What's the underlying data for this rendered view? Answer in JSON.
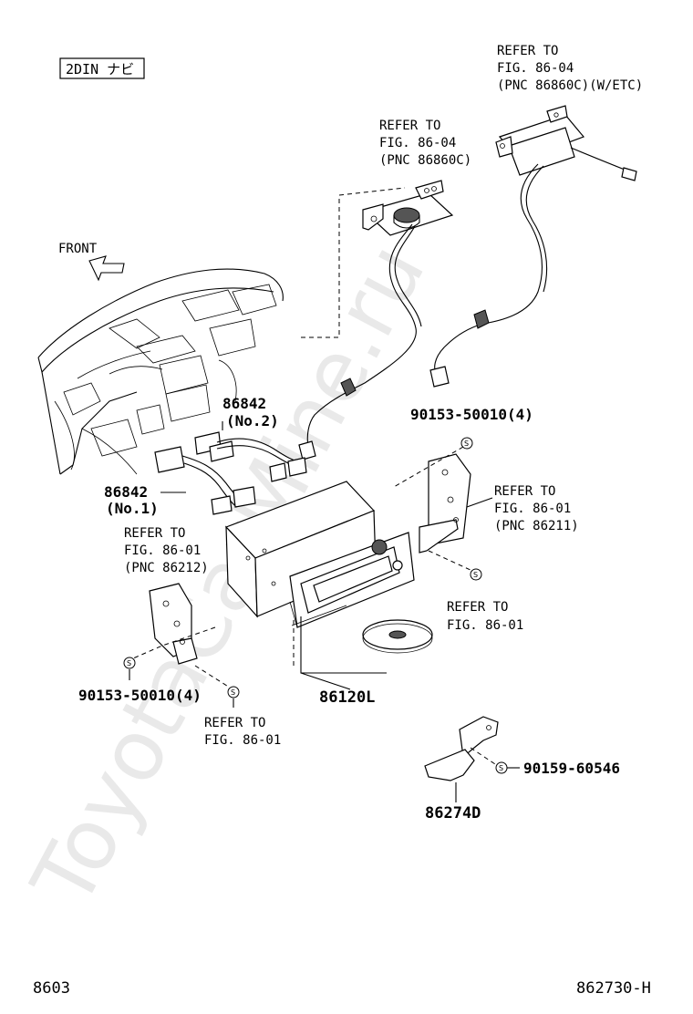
{
  "header": {
    "variant_label": "2DIN ナビ"
  },
  "orientation": {
    "front_label": "FRONT"
  },
  "watermark": {
    "text": "ToyotaCarMine.ru"
  },
  "callouts": {
    "ref_gps_antenna_etc": [
      "REFER TO",
      "FIG. 86-04",
      "(PNC 86860C)(W/ETC)"
    ],
    "ref_gps_antenna": [
      "REFER TO",
      "FIG. 86-04",
      "(PNC 86860C)"
    ],
    "ref_bracket_right": [
      "REFER TO",
      "FIG. 86-01",
      "(PNC 86211)"
    ],
    "ref_bracket_left": [
      "REFER TO",
      "FIG. 86-01",
      "(PNC 86212)"
    ],
    "ref_screw_right": [
      "REFER TO",
      "FIG. 86-01"
    ],
    "ref_screw_left": [
      "REFER TO",
      "FIG. 86-01"
    ]
  },
  "parts": {
    "harness_no2": {
      "number": "86842",
      "sub": "(No.2)"
    },
    "harness_no1": {
      "number": "86842",
      "sub": "(No.1)"
    },
    "navigation_unit": {
      "number": "86120L"
    },
    "bracket_bottom": {
      "number": "86274D"
    },
    "screw_right": {
      "number": "90153-50010(4)"
    },
    "screw_left": {
      "number": "90153-50010(4)"
    },
    "screw_bottom": {
      "number": "90159-60546"
    }
  },
  "footer": {
    "page": "8603",
    "figure": "862730-H"
  }
}
